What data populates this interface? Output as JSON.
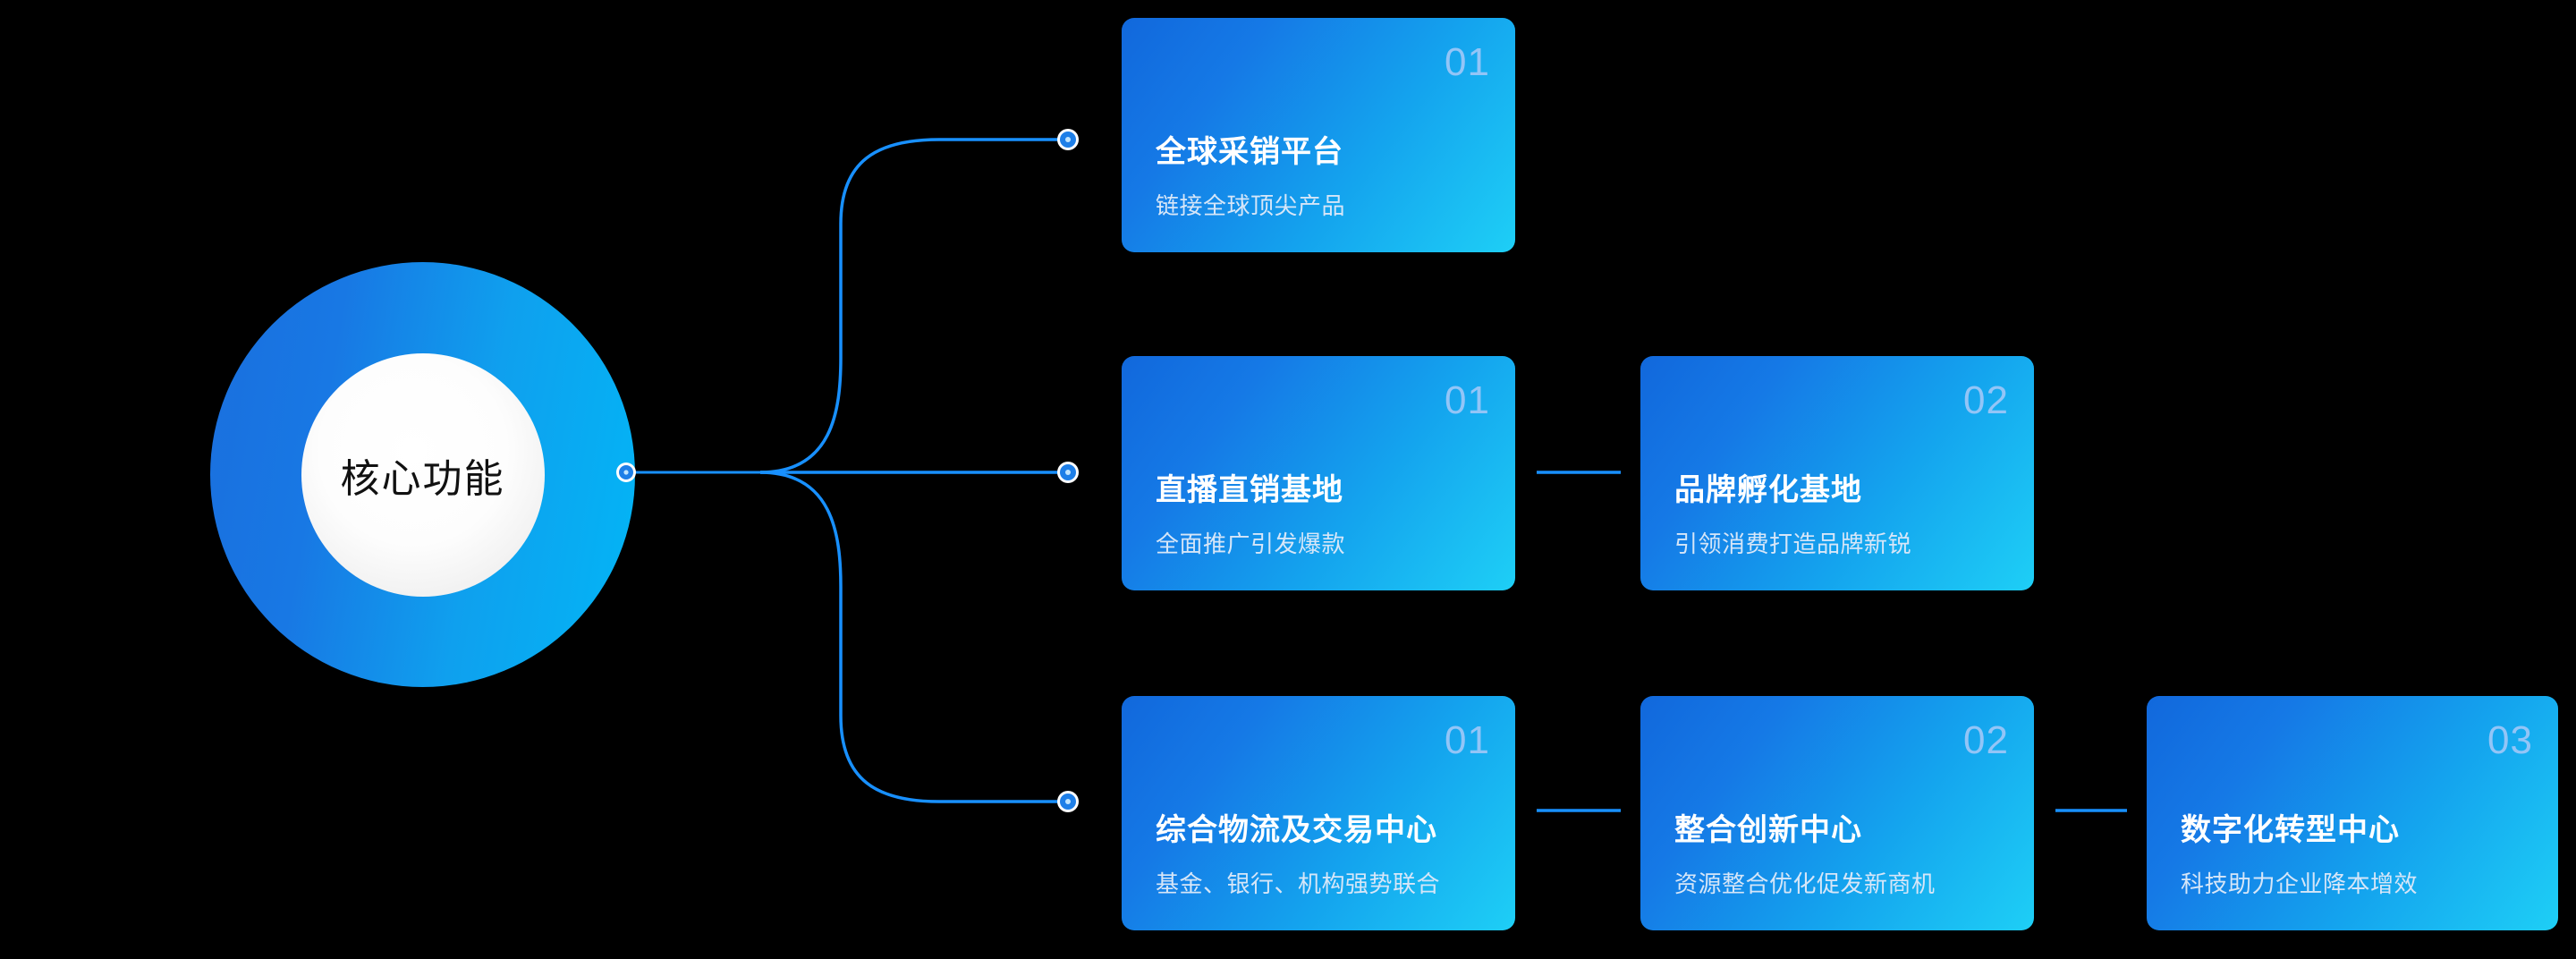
{
  "hub": {
    "label": "核心功能",
    "gradient_from": "#1A6FDE",
    "gradient_to": "#02B6F6",
    "inner_fill": "#FFFFFF"
  },
  "theme": {
    "background": "#000000",
    "card_gradient_from": "#1168DC",
    "card_gradient_to": "#1ECFF6",
    "connector_color": "#1890FF",
    "number_color": "#93C5F7",
    "title_color": "#FFFFFF",
    "subtitle_color": "#D6E6F8"
  },
  "branches": [
    {
      "id": "branch-1",
      "cards": [
        {
          "number": "01",
          "title": "全球采销平台",
          "subtitle": "链接全球顶尖产品"
        }
      ]
    },
    {
      "id": "branch-2",
      "cards": [
        {
          "number": "01",
          "title": "直播直销基地",
          "subtitle": "全面推广引发爆款"
        },
        {
          "number": "02",
          "title": "品牌孵化基地",
          "subtitle": "引领消费打造品牌新锐"
        }
      ]
    },
    {
      "id": "branch-3",
      "cards": [
        {
          "number": "01",
          "title": "综合物流及交易中心",
          "subtitle": "基金、银行、机构强势联合"
        },
        {
          "number": "02",
          "title": "整合创新中心",
          "subtitle": "资源整合优化促发新商机"
        },
        {
          "number": "03",
          "title": "数字化转型中心",
          "subtitle": "科技助力企业降本增效"
        }
      ]
    }
  ],
  "connectors": {
    "hub_node_label": "hub-connector-node",
    "branch_node_label": "branch-connector-node",
    "link_label": "card-link-line"
  }
}
